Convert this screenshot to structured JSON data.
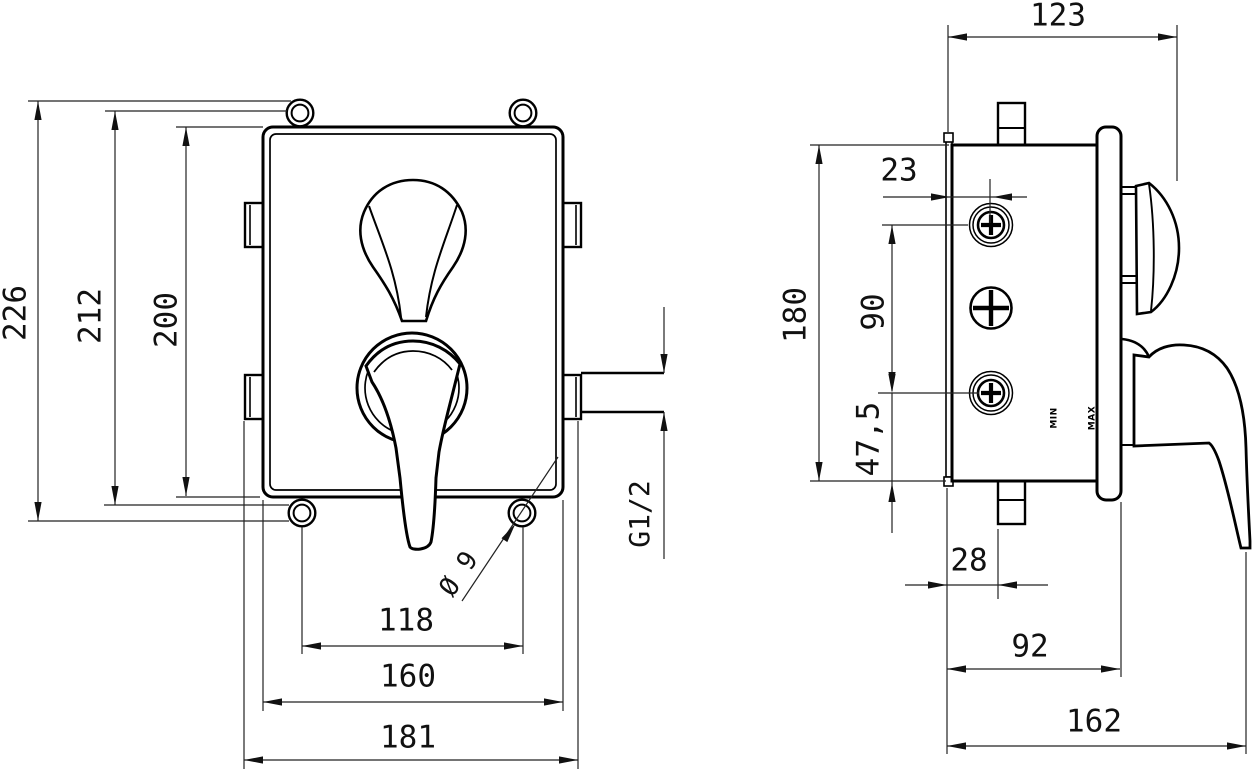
{
  "front_view": {
    "dims": {
      "overall_height": "226",
      "hole_span_height": "212",
      "plate_height": "200",
      "hole_span_width": "118",
      "plate_width": "160",
      "overall_width": "181",
      "hole_diameter": "Ø 9",
      "outlet_thread": "G1/2"
    }
  },
  "side_view": {
    "dims": {
      "overall_depth": "123",
      "screw_offset": "23",
      "body_height": "180",
      "screw_spacing": "90",
      "screw_bottom_offset": "47,5",
      "stub_offset": "28",
      "flange_depth": "92",
      "handle_depth": "162"
    },
    "labels": {
      "min": "MIN",
      "max": "MAX"
    }
  },
  "colors": {
    "line": "#000000",
    "dim_line": "#222222",
    "background": "#ffffff"
  }
}
